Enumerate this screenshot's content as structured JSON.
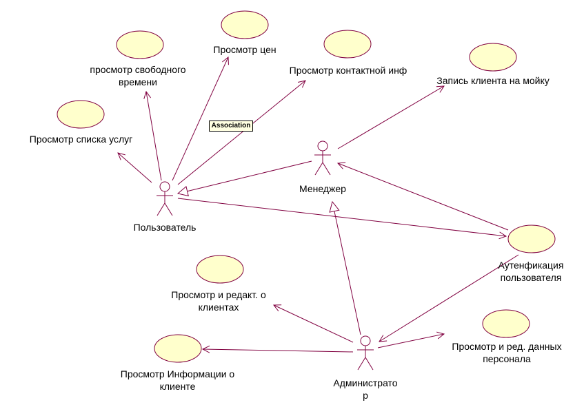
{
  "colors": {
    "line": "#800040",
    "usecase_fill": "#ffffcc",
    "tooltip_bg": "#ffffe1"
  },
  "actors": {
    "user": "Пользователь",
    "manager": "Менеджер",
    "admin": "Администрато\nр"
  },
  "usecases": {
    "view_free_time": "просмотр свободного\nвремени",
    "view_prices": "Просмотр цен",
    "view_contact": "Просмотр контактной инф",
    "record_client": "Запись клиента на мойку",
    "view_services": "Просмотр списка услуг",
    "auth": "Аутенфикация\nпользователя",
    "edit_clients": "Просмотр и редакт. о\nклиентах",
    "edit_staff": "Просмотр и ред. данных\nперсонала",
    "client_info": "Просмотр Информации о\nклиенте"
  },
  "tooltip": "Association"
}
